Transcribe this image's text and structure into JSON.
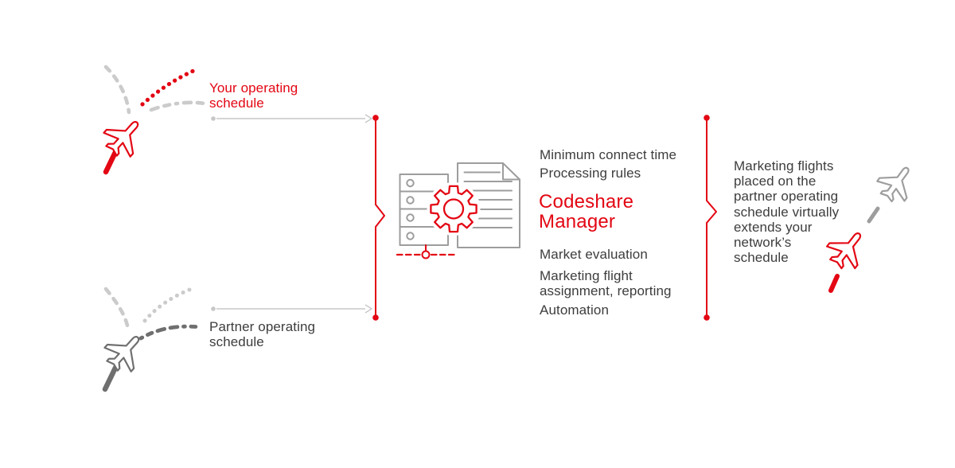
{
  "diagram_title": "Codeshare Manager schedule flow",
  "colors": {
    "red": "#e30613",
    "dark": "#3d3d3d",
    "gray-light": "#cbcbcb",
    "gray-mid": "#9d9d9d",
    "gray-dark": "#6f6f6f",
    "gray-line": "#c7c7c7"
  },
  "inputs": {
    "your_schedule": {
      "label": "Your operating\nschedule"
    },
    "partner_schedule": {
      "label": "Partner operating\nschedule"
    }
  },
  "system": {
    "params_in": [
      {
        "label": "Minimum connect time"
      },
      {
        "label": "Processing rules"
      }
    ],
    "name": "Codeshare\nManager",
    "functions": [
      {
        "label": "Market evaluation"
      },
      {
        "label": "Marketing flight\nassignment, reporting"
      },
      {
        "label": "Automation"
      }
    ]
  },
  "output": {
    "description": "Marketing flights\nplaced on the\npartner operating\nschedule virtually\nextends your\nnetwork’s\nschedule"
  },
  "icons": {
    "your_plane": "airplane-icon",
    "partner_plane": "airplane-icon",
    "marketing_gray_plane": "airplane-icon",
    "marketing_red_plane": "airplane-icon",
    "server": "server-rack-icon",
    "document": "document-icon",
    "gear": "gear-icon",
    "network_node": "node-circle-icon"
  }
}
